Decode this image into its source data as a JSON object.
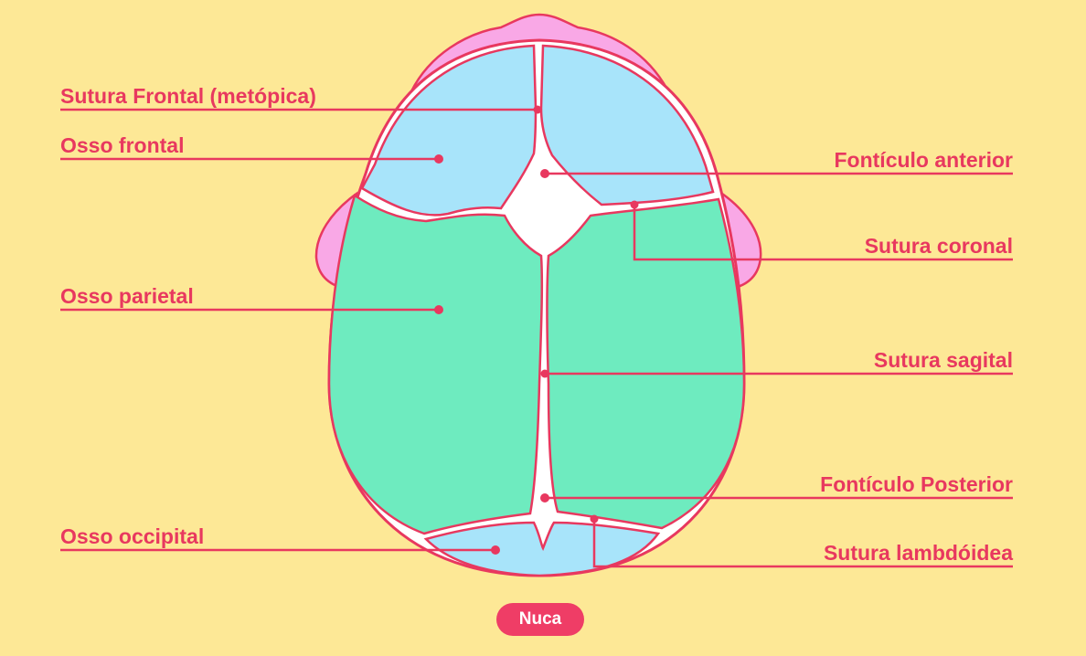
{
  "diagram": {
    "labels": {
      "sutura_frontal": "Sutura Frontal (metópica)",
      "osso_frontal": "Osso frontal",
      "osso_parietal": "Osso parietal",
      "osso_occipital": "Osso occipital",
      "fonticulo_anterior": "Fontículo anterior",
      "sutura_coronal": "Sutura coronal",
      "sutura_sagital": "Sutura sagital",
      "fonticulo_posterior": "Fontículo Posterior",
      "sutura_lambdoidea": "Sutura lambdóidea"
    },
    "nuca": "Nuca"
  },
  "colors": {
    "background": "#FDE896",
    "frontal_bone": "#A8E4FA",
    "parietal_bone": "#6EEBBF",
    "occipital_bone": "#A8E4FA",
    "ears": "#F9A8E6",
    "outline": "#E8385F",
    "fontanelle": "#FFFFFF",
    "nuca_badge": "#EF3D66"
  }
}
